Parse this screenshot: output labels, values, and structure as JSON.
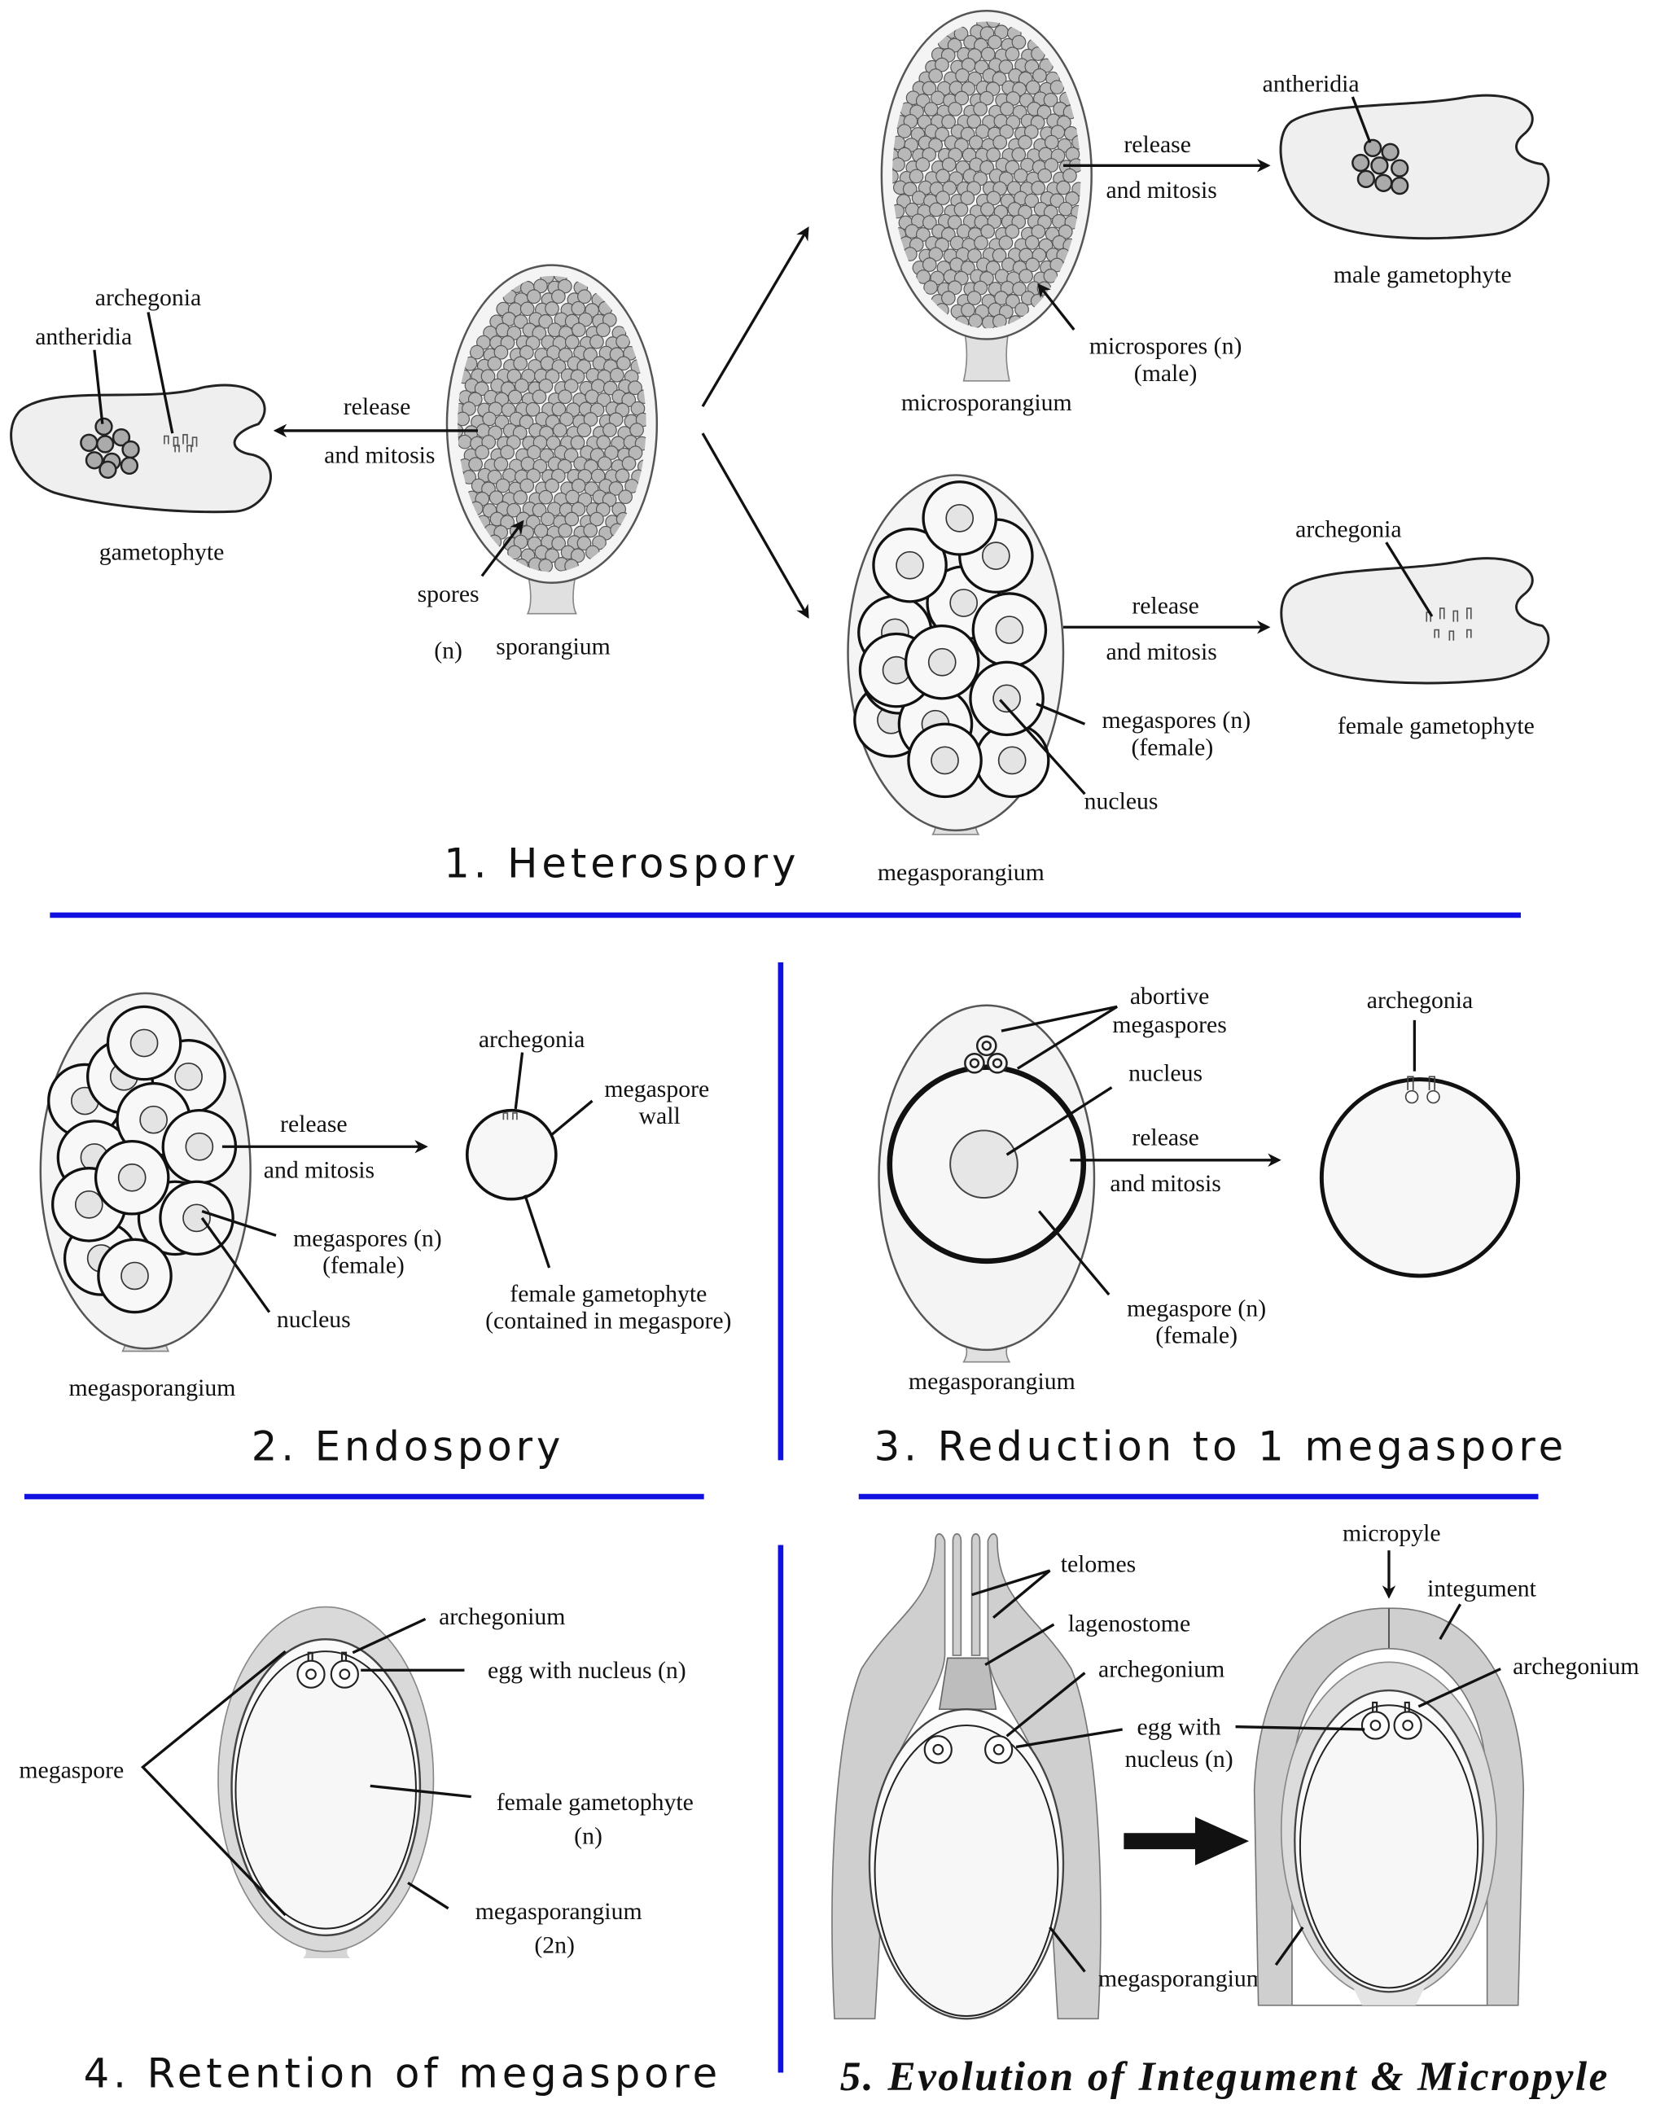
{
  "colors": {
    "divider": "#1010e0",
    "spore": "#b8b8b8",
    "tissue": "#d6d6d6"
  },
  "panel1": {
    "title": "1. Heterospory",
    "gametophyte": "gametophyte",
    "archegonia": "archegonia",
    "antheridia": "antheridia",
    "release": "release",
    "and_mitosis": "and mitosis",
    "spores": "spores",
    "n": "(n)",
    "sporangium": "sporangium",
    "microsporangium": "microsporangium",
    "microspores": "microspores (n)",
    "male": "(male)",
    "male_release": "release",
    "male_mitosis": "and mitosis",
    "male_antheridia": "antheridia",
    "male_gametophyte": "male gametophyte",
    "megasporangium": "megasporangium",
    "megaspores": "megaspores (n)",
    "female": "(female)",
    "nucleus": "nucleus",
    "fem_release": "release",
    "fem_mitosis": "and mitosis",
    "fem_archegonia": "archegonia",
    "female_gametophyte": "female gametophyte"
  },
  "panel2": {
    "title": "2. Endospory",
    "release": "release",
    "and_mitosis": "and mitosis",
    "archegonia": "archegonia",
    "megaspore": "megaspore",
    "wall": "wall",
    "megaspores": "megaspores (n)",
    "female": "(female)",
    "nucleus": "nucleus",
    "female_gametophyte": "female gametophyte",
    "contained": "(contained in megaspore)",
    "megasporangium": "megasporangium"
  },
  "panel3": {
    "title": "3. Reduction to 1 megaspore",
    "abortive": "abortive",
    "megaspores": "megaspores",
    "nucleus": "nucleus",
    "release": "release",
    "and_mitosis": "and mitosis",
    "megaspore": "megaspore (n)",
    "female": "(female)",
    "megasporangium": "megasporangium",
    "archegonia": "archegonia"
  },
  "panel4": {
    "title": "4. Retention of megaspore",
    "archegonium": "archegonium",
    "egg": "egg with nucleus (n)",
    "megaspore": "megaspore",
    "female_gametophyte": "female gametophyte",
    "n": "(n)",
    "megasporangium": "megasporangium",
    "two_n": "(2n)"
  },
  "panel5": {
    "title": "5. Evolution of Integument & Micropyle",
    "telomes": "telomes",
    "lagenostome": "lagenostome",
    "archegonium": "archegonium",
    "egg_with": "egg with",
    "nucleus_n": "nucleus (n)",
    "megasporangium": "megasporangium",
    "micropyle": "micropyle",
    "integument": "integument",
    "archegonium_right": "archegonium"
  }
}
